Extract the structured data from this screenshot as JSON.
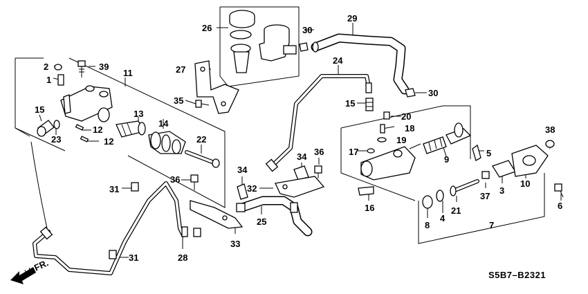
{
  "diagram": {
    "code": "S5B7–B2321",
    "direction_label": "FR.",
    "callouts": [
      "1",
      "2",
      "3",
      "4",
      "5",
      "6",
      "7",
      "8",
      "9",
      "10",
      "11",
      "12",
      "12",
      "13",
      "14",
      "15",
      "15",
      "16",
      "17",
      "18",
      "19",
      "20",
      "21",
      "22",
      "23",
      "24",
      "25",
      "26",
      "27",
      "28",
      "29",
      "30",
      "30",
      "31",
      "31",
      "32",
      "33",
      "34",
      "34",
      "35",
      "36",
      "36",
      "37",
      "38",
      "39"
    ]
  }
}
